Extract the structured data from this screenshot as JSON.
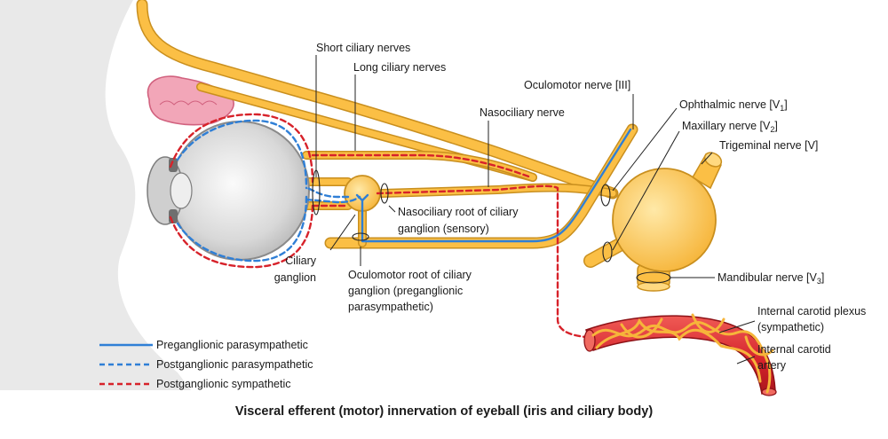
{
  "caption": "Visceral efferent (motor) innervation of eyeball (iris and ciliary body)",
  "labels": {
    "short_ciliary": "Short ciliary nerves",
    "long_ciliary": "Long ciliary nerves",
    "oculomotor": "Oculomotor nerve [III]",
    "nasociliary": "Nasociliary nerve",
    "ophthalmic": "Ophthalmic nerve [V",
    "ophthalmic_sub": "1",
    "maxillary": "Maxillary nerve [V",
    "maxillary_sub": "2",
    "trigeminal": "Trigeminal nerve [V]",
    "nasociliary_root_1": "Nasociliary root of ciliary",
    "nasociliary_root_2": "ganglion (sensory)",
    "ciliary_ganglion_1": "Ciliary",
    "ciliary_ganglion_2": "ganglion",
    "oculomotor_root_1": "Oculomotor root of ciliary",
    "oculomotor_root_2": "ganglion (preganglionic",
    "oculomotor_root_3": "parasympathetic)",
    "mandibular": "Mandibular nerve [V",
    "mandibular_sub": "3",
    "carotid_plexus_1": "Internal carotid plexus",
    "carotid_plexus_2": "(sympathetic)",
    "carotid_artery_1": "Internal carotid",
    "carotid_artery_2": "artery"
  },
  "closing_bracket": "]",
  "legend": [
    {
      "label": "Preganglionic parasympathetic",
      "style": "solid",
      "color": "#2f7fd6"
    },
    {
      "label": "Postganglionic parasympathetic",
      "style": "dashed",
      "color": "#2f7fd6"
    },
    {
      "label": "Postganglionic sympathetic",
      "style": "dashed",
      "color": "#d7222a"
    }
  ],
  "colors": {
    "nerve": "#fbbf45",
    "nerve_outline": "#c98f1e",
    "parasympathetic": "#2f7fd6",
    "sympathetic": "#d7222a",
    "artery": "#d8252b",
    "gland": "#f2a6b8",
    "head_bg": "#e9e9e9"
  }
}
